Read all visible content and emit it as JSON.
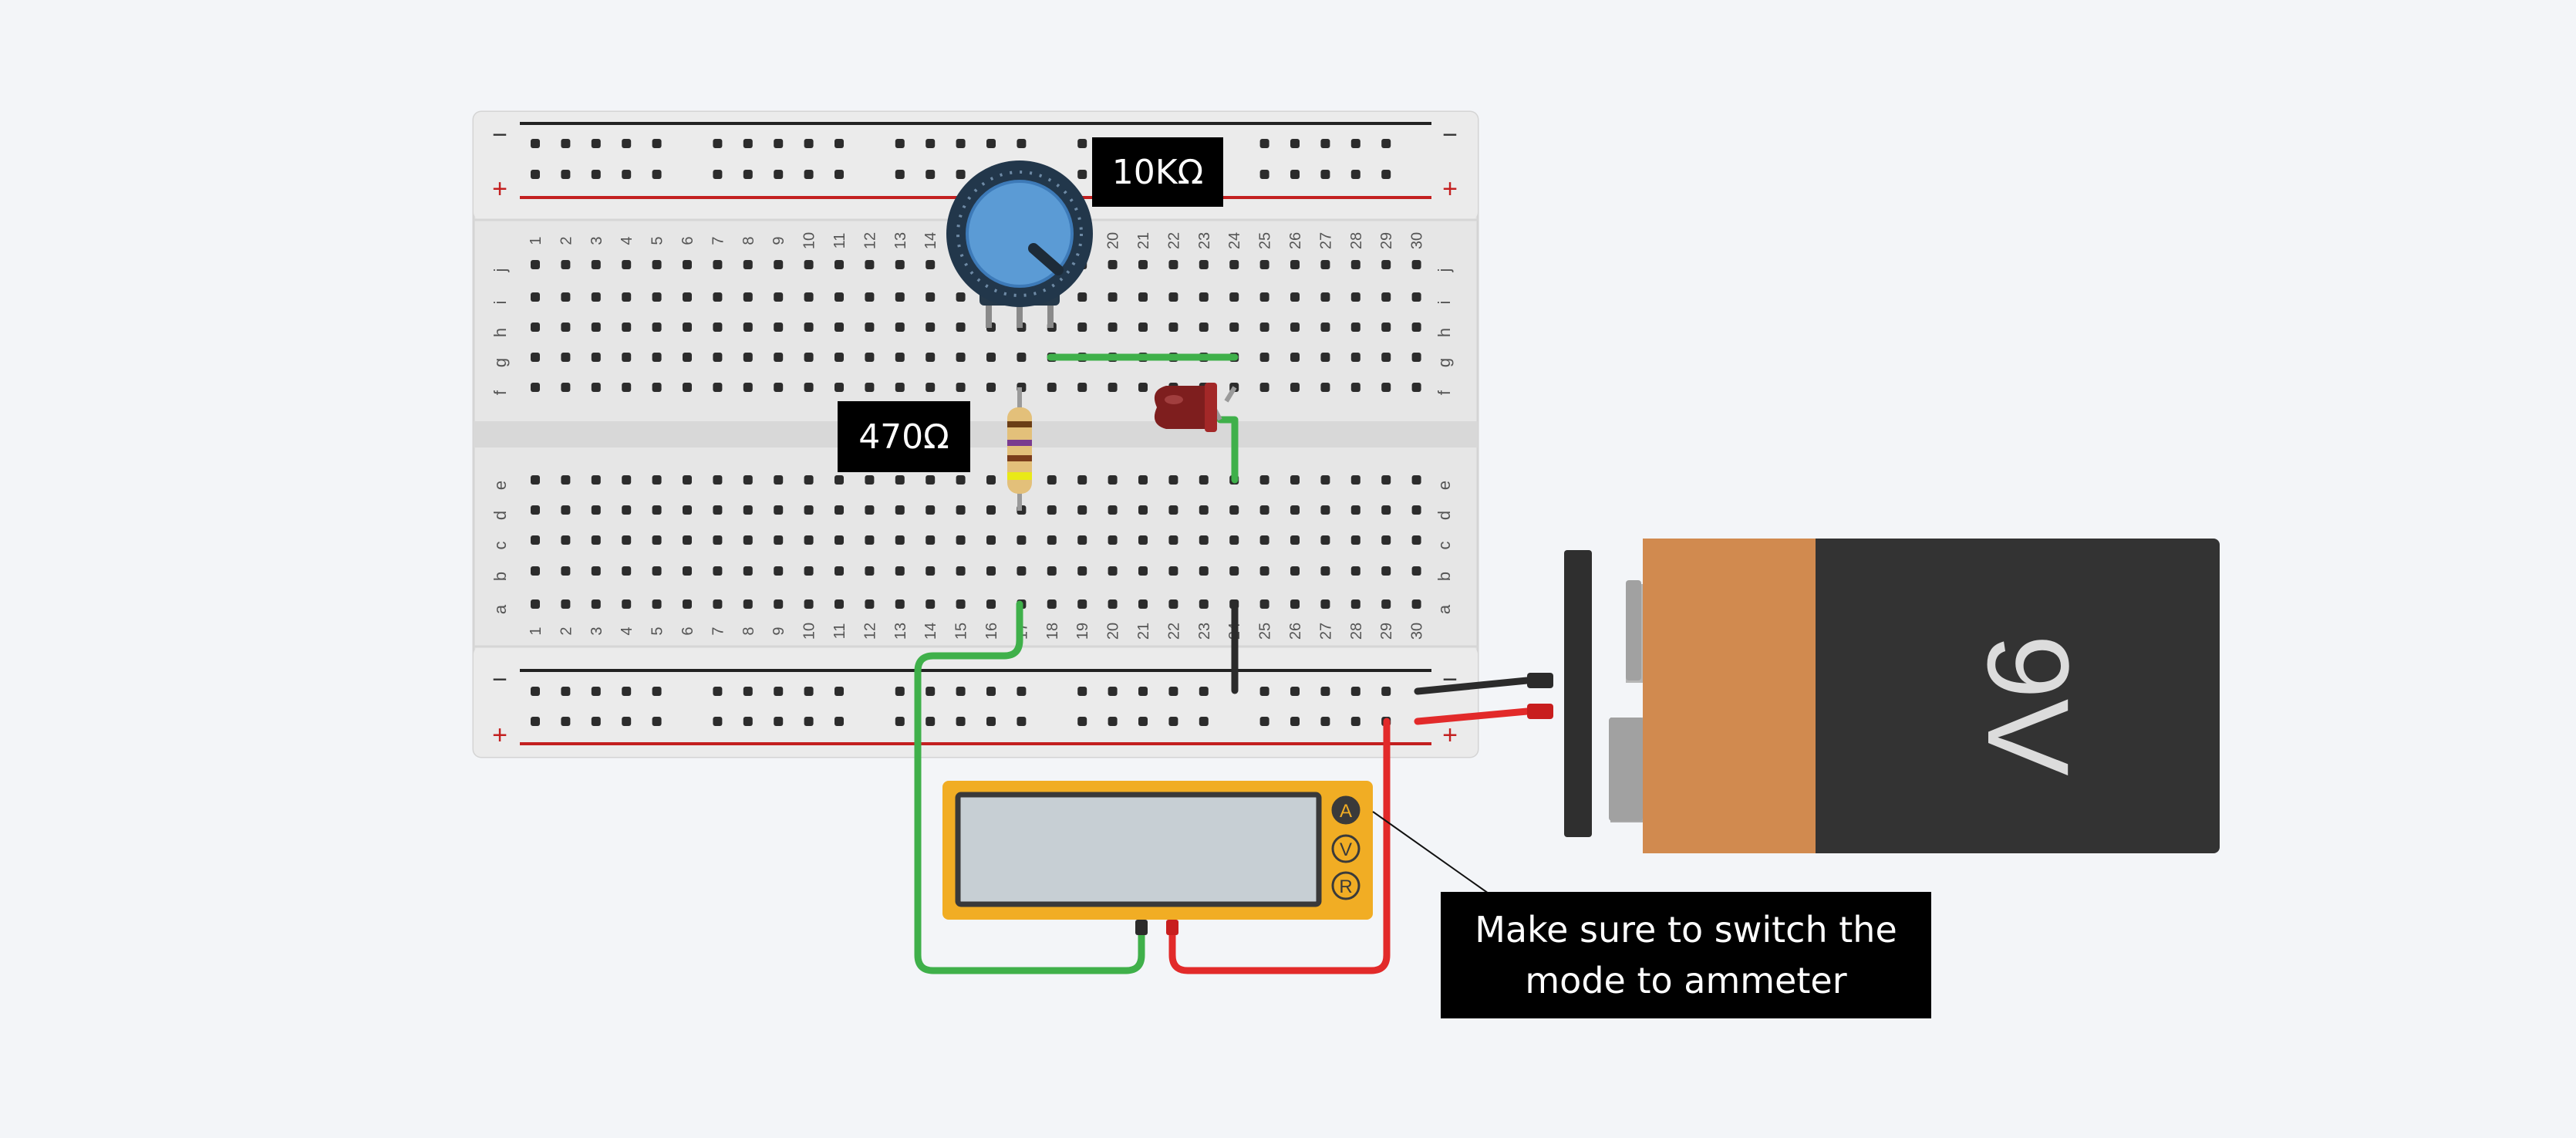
{
  "breadboard": {
    "columns": 30,
    "row_letters_top": [
      "j",
      "i",
      "h",
      "g",
      "f"
    ],
    "row_letters_bottom": [
      "e",
      "d",
      "c",
      "b",
      "a"
    ],
    "rail_minus": "−",
    "rail_plus": "+"
  },
  "labels": {
    "potentiometer": "10KΩ",
    "resistor": "470Ω",
    "battery": "9V",
    "note_line1": "Make sure to switch the",
    "note_line2": "mode to ammeter"
  },
  "multimeter": {
    "mode_ammeter": "A",
    "mode_voltmeter": "V",
    "mode_ohmmeter": "R"
  },
  "colors": {
    "background": "#f3f5f8",
    "breadboard": "#e6e6e6",
    "wire_green": "#3fb04a",
    "wire_red": "#e22a2a",
    "wire_black": "#2b2b2b",
    "battery_orange": "#d18a4f",
    "battery_body": "#333333",
    "multimeter_body": "#f1ad24",
    "led": "#7e1e1e",
    "potentiometer_knob": "#5b9bd5"
  }
}
